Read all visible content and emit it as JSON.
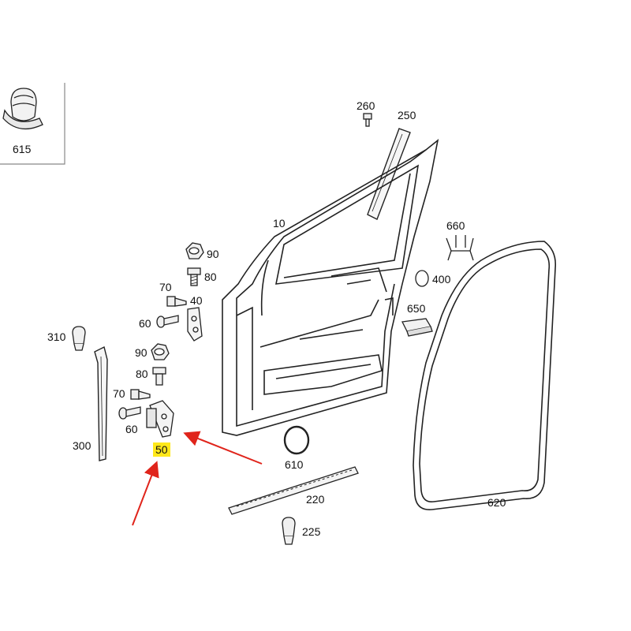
{
  "parts": [
    {
      "id": "p615",
      "label": "615"
    },
    {
      "id": "p260",
      "label": "260"
    },
    {
      "id": "p250",
      "label": "250"
    },
    {
      "id": "p10",
      "label": "10"
    },
    {
      "id": "p660",
      "label": "660"
    },
    {
      "id": "p90a",
      "label": "90"
    },
    {
      "id": "p80a",
      "label": "80"
    },
    {
      "id": "p400",
      "label": "400"
    },
    {
      "id": "p70a",
      "label": "70"
    },
    {
      "id": "p40",
      "label": "40"
    },
    {
      "id": "p650",
      "label": "650"
    },
    {
      "id": "p60a",
      "label": "60"
    },
    {
      "id": "p310",
      "label": "310"
    },
    {
      "id": "p90b",
      "label": "90"
    },
    {
      "id": "p80b",
      "label": "80"
    },
    {
      "id": "p70b",
      "label": "70"
    },
    {
      "id": "p60b",
      "label": "60"
    },
    {
      "id": "p300",
      "label": "300"
    },
    {
      "id": "p50",
      "label": "50",
      "highlight": true
    },
    {
      "id": "p610",
      "label": "610"
    },
    {
      "id": "p220",
      "label": "220"
    },
    {
      "id": "p620",
      "label": "620"
    },
    {
      "id": "p225",
      "label": "225"
    }
  ],
  "colors": {
    "highlight": "#ffe81a",
    "arrow": "#e0241b",
    "line": "#222222"
  }
}
